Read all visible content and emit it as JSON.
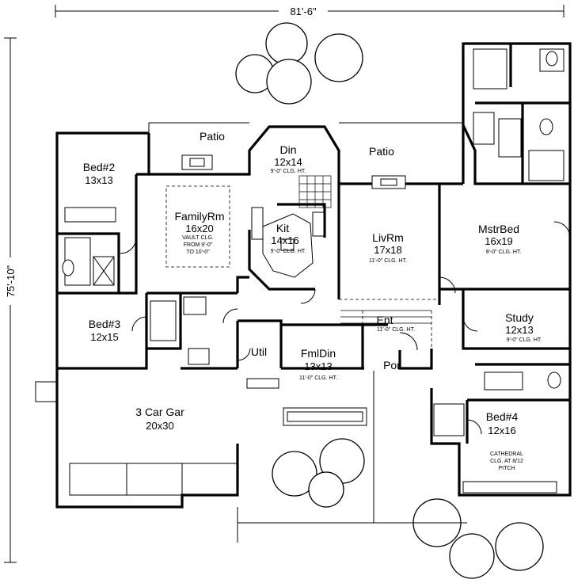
{
  "dimensions": {
    "width": "81'-6\"",
    "depth": "75'-10\""
  },
  "rooms": {
    "bed2": {
      "name": "Bed#2",
      "size": "13x13"
    },
    "patio_left": {
      "name": "Patio"
    },
    "patio_right": {
      "name": "Patio"
    },
    "din": {
      "name": "Din",
      "size": "12x14",
      "note": "9'-0\" CLG. HT."
    },
    "family": {
      "name": "FamilyRm",
      "size": "16x20",
      "note1": "VAULT CLG.",
      "note2": "FROM 9'-0\"",
      "note3": "TO 10'-0\""
    },
    "kit": {
      "name": "Kit",
      "size": "14x16",
      "note": "9'-0\" CLG. HT."
    },
    "liv": {
      "name": "LivRm",
      "size": "17x18",
      "note": "11'-0\" CLG. HT."
    },
    "mstr": {
      "name": "MstrBed",
      "size": "16x19",
      "note": "9'-0\" CLG. HT."
    },
    "study": {
      "name": "Study",
      "size": "12x13",
      "note": "9'-0\" CLG. HT."
    },
    "bed3": {
      "name": "Bed#3",
      "size": "12x15"
    },
    "ent": {
      "name": "Ent",
      "note": "11'-0\" CLG. HT."
    },
    "util": {
      "name": "Util"
    },
    "fmldin": {
      "name": "FmlDin",
      "size": "13x13",
      "note": "11'-0\" CLG. HT."
    },
    "por": {
      "name": "Por"
    },
    "garage": {
      "name": "3 Car Gar",
      "size": "20x30"
    },
    "bed4": {
      "name": "Bed#4",
      "size": "12x16",
      "note1": "CATHEDRAL",
      "note2": "CLG. AT 8/12",
      "note3": "PITCH"
    }
  }
}
